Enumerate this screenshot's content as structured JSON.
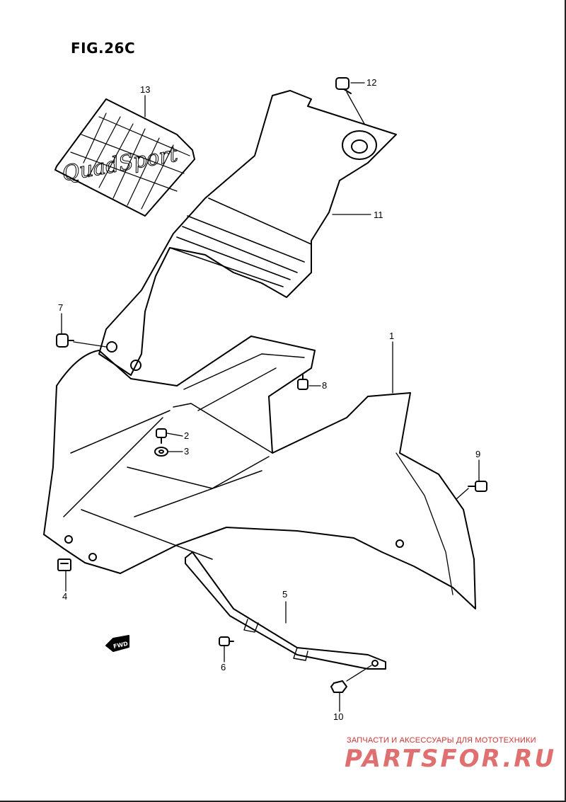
{
  "figure": {
    "title": "FIG.26C"
  },
  "callouts": [
    "1",
    "2",
    "3",
    "4",
    "5",
    "6",
    "7",
    "8",
    "9",
    "10",
    "11",
    "12",
    "13"
  ],
  "panel_text": "QuadSport",
  "fwd_label": "FWD",
  "watermark": {
    "tagline": "ЗАПЧАСТИ И АКСЕССУАРЫ ДЛЯ МОТОТЕХНИКИ",
    "brand": "PARTSFOR.RU"
  },
  "colors": {
    "line": "#000000",
    "watermark_brand": "#e07070",
    "watermark_text": "#cc3333"
  }
}
